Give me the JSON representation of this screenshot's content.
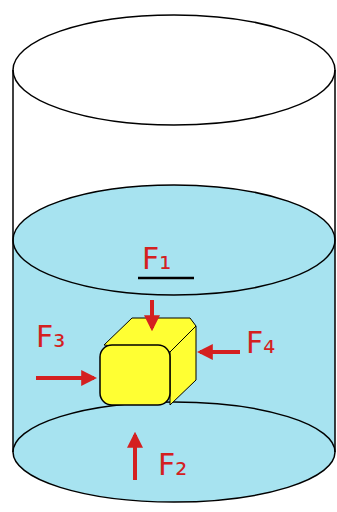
{
  "diagram": {
    "labels": [
      "F₁",
      "F₃",
      "F₄",
      "F₂"
    ]
  }
}
